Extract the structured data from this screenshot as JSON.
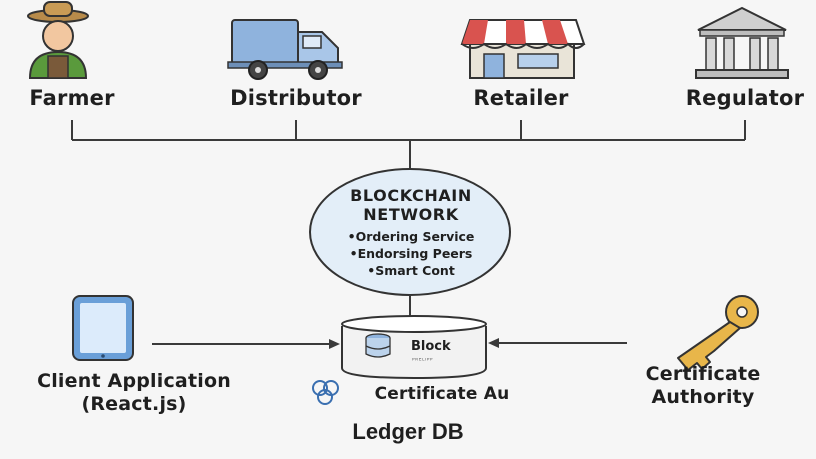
{
  "actors": [
    {
      "label": "Farmer",
      "icon": "farmer-icon"
    },
    {
      "label": "Distributor",
      "icon": "truck-icon"
    },
    {
      "label": "Retailer",
      "icon": "store-icon"
    },
    {
      "label": "Regulator",
      "icon": "bank-icon"
    }
  ],
  "network": {
    "title_line1": "BLOCKCHAIN",
    "title_line2": "NETWORK",
    "items": [
      "Ordering Service",
      "Endorsing Peers",
      "Smart Cont"
    ]
  },
  "client": {
    "line1": "Client Application",
    "line2": "(React.js)",
    "icon": "tablet-icon"
  },
  "ledger": {
    "block_label": "Block",
    "block_sub": "ᴾᴿᴱᴸᴵᴾᴾ",
    "cert_label": "Certificate Au",
    "icon": "database-icon"
  },
  "authority": {
    "line1": "Certificate",
    "line2": "Authority",
    "icon": "key-icon"
  },
  "caption": "Ledger DB",
  "colors": {
    "line": "#3a3a3a",
    "bubble": "#e3eef8",
    "truck": "#8fb3dd",
    "awning_red": "#d9534f",
    "key": "#e8b64a",
    "tablet": "#6a9fd8"
  }
}
